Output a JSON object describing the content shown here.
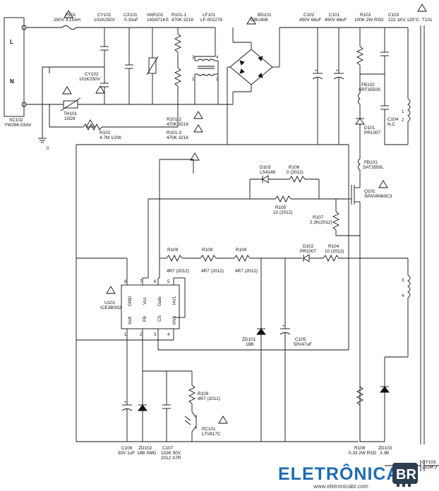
{
  "labels": {
    "sc102": [
      "SC102",
      "YW396-03AV"
    ],
    "conn_l": "L",
    "conn_n": "N",
    "f101": [
      "F101",
      "250V 3.15AH"
    ],
    "cy101": [
      "CY101",
      "101K250V"
    ],
    "cx101": [
      "CX101",
      "0.33uF"
    ],
    "var101": [
      "VAR101",
      "14D471KS"
    ],
    "r101_1": [
      "R101-1",
      "470K 3216"
    ],
    "lf101": [
      "LF101",
      "LF-002279"
    ],
    "bd101": [
      "BD101",
      "GBU406"
    ],
    "cy102": [
      "CY102",
      "101K250V"
    ],
    "th101": [
      "TH101",
      "10D9"
    ],
    "r102": [
      "R102",
      "4.7M 1/2W"
    ],
    "r101_2": [
      "R101-2",
      "470K 3216"
    ],
    "r101_3": [
      "R101-3",
      "470K 3216"
    ],
    "ground": "0",
    "c102": [
      "C102",
      "450V 68uF"
    ],
    "c101": [
      "C101",
      "450V 68uF"
    ],
    "r103": [
      "R103",
      "100K 2W RSD"
    ],
    "c103": [
      "C103",
      "222 1KV 125°C"
    ],
    "t101": "T101",
    "fb102": [
      "FB102",
      "SRT3550S"
    ],
    "c104": [
      "C104",
      "N.C"
    ],
    "d101": [
      "D101",
      "PR1007"
    ],
    "fb101": [
      "FB101",
      "SAT3550L"
    ],
    "d103": [
      "D103",
      "LS4148"
    ],
    "r106": [
      "R106",
      "0 (2012)"
    ],
    "r105": [
      "R105",
      "22 (2012)"
    ],
    "q101": [
      "Q101",
      "SPA04N60C3"
    ],
    "r107": [
      "R107",
      "2.2K(2012)"
    ],
    "r109_a": [
      "R109",
      "4R7 (2012)"
    ],
    "r109_b": [
      "R109",
      "4R7 (2012)"
    ],
    "r109_c": [
      "R109",
      "4R7 (2012)"
    ],
    "d102": [
      "D102",
      "PR1007"
    ],
    "r104": [
      "R104",
      "10 (2012)"
    ],
    "u101": [
      "U101",
      "ICE3BS02"
    ],
    "u101_pins": [
      "GND",
      "Vcc",
      "Gate",
      "HV1",
      "Soft",
      "FB",
      "CS",
      "HV2"
    ],
    "zd101": [
      "ZD101",
      "18B"
    ],
    "c105": [
      "C105",
      "50V47uF"
    ],
    "r109_d": [
      "R109",
      "4R7 (2012)"
    ],
    "pc101": [
      "PC101",
      "LTV817C"
    ],
    "c106": [
      "C106",
      "50V 1uF"
    ],
    "zd102": [
      "ZD102",
      "18B SMD"
    ],
    "c107": [
      "C107",
      "102K 50V",
      "2012 X7R"
    ],
    "r108": [
      "R108",
      "0.33 2W RSD"
    ],
    "zd103": [
      "ZD103",
      "3.3B"
    ],
    "cy103": [
      "CY103",
      "222M 2"
    ]
  },
  "pin_numbers": {
    "u101_top": [
      "8",
      "7",
      "6",
      "5"
    ],
    "u101_bottom": [
      "1",
      "2",
      "3",
      "4"
    ],
    "lf101": [
      "3",
      "4",
      "1",
      "2"
    ],
    "t101_primary": [
      "1",
      "2"
    ],
    "t101_aux": [
      "3",
      "4"
    ]
  },
  "watermark": {
    "brand_a": "ELETRÔNICA",
    "brand_b": "BR",
    "url": "www.eletronicabr.com"
  },
  "colors": {
    "wire": "#111111",
    "brand": "#1e6bb0",
    "brand_badge": "#2c3e50"
  }
}
